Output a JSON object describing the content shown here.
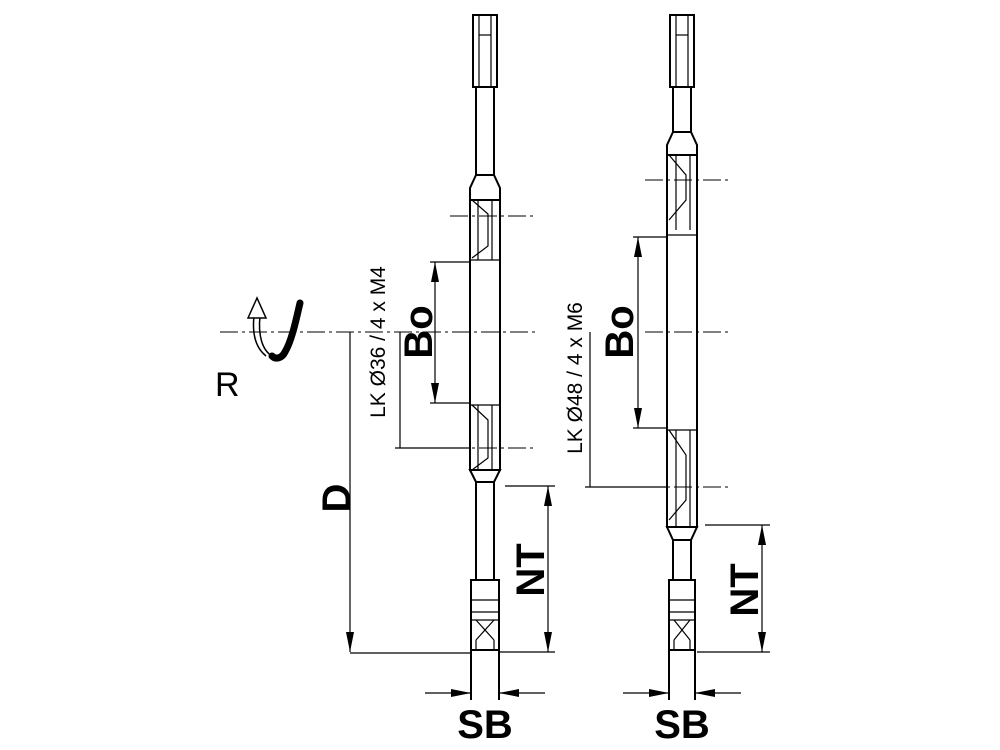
{
  "labels": {
    "rotation": "R",
    "depth": "D",
    "bore_left": "Bo",
    "bore_right": "Bo",
    "tip_left": "NT",
    "tip_right": "NT",
    "width_left": "SB",
    "width_right": "SB",
    "lk_left": "LK Ø36 / 4 x M4",
    "lk_right": "LK Ø48 / 4 x M6"
  }
}
